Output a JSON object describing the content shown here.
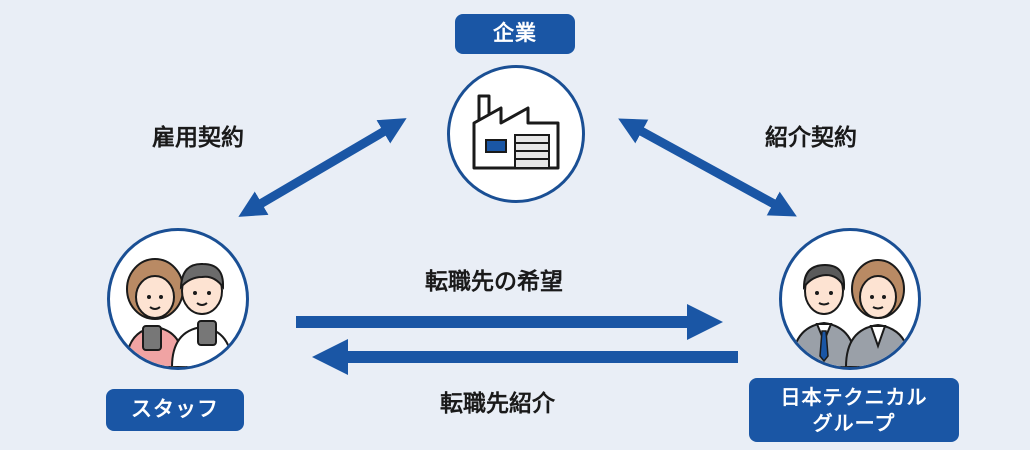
{
  "nodes": {
    "company": {
      "label": "企業"
    },
    "staff": {
      "label": "スタッフ"
    },
    "agency": {
      "label": "日本テクニカル\nグループ"
    }
  },
  "relations": {
    "employment": "雇用契約",
    "referral_contract": "紹介契約",
    "job_wish": "転職先の希望",
    "job_intro": "転職先紹介"
  },
  "colors": {
    "accent": "#1a56a5",
    "arrow": "#1a56a5",
    "background": "#e9eef6",
    "border": "#1a4f94"
  }
}
